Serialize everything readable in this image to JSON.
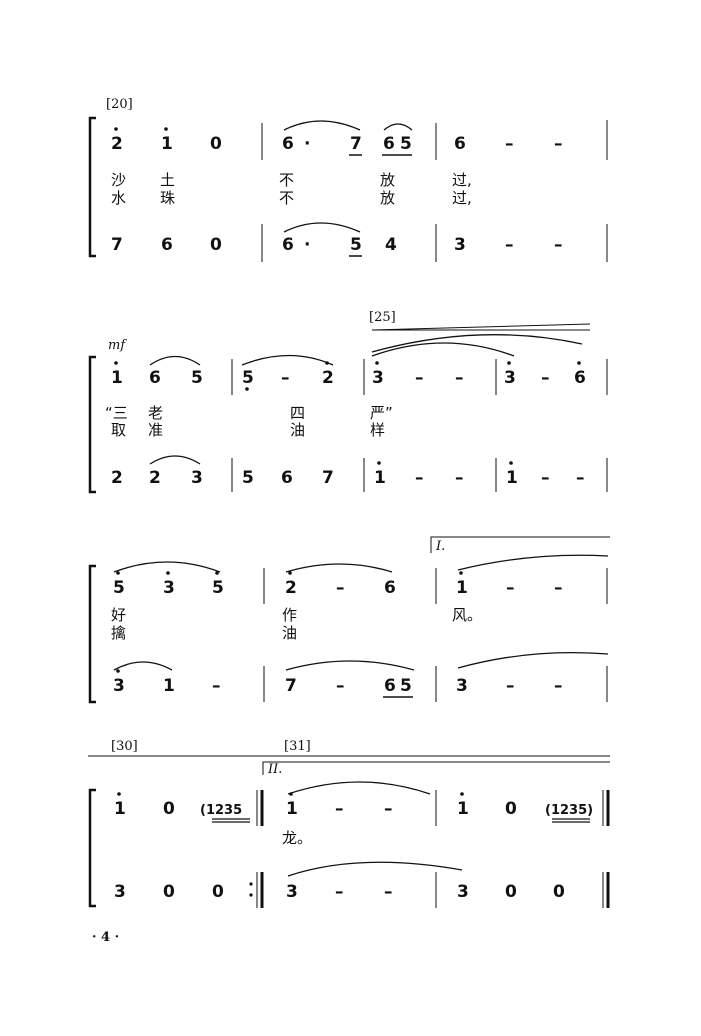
{
  "systems": [
    {
      "rehearsal_mark": "[20]",
      "dynamic": "",
      "upper": [
        "2",
        "1",
        "0",
        "6",
        "·",
        "7",
        "6",
        "5",
        "6",
        "–",
        "–"
      ],
      "lyrics1": [
        "沙",
        "土",
        "不",
        "放",
        "过,"
      ],
      "lyrics2": [
        "水",
        "珠",
        "不",
        "放",
        "过,"
      ],
      "lower": [
        "7",
        "6",
        "0",
        "6",
        "·",
        "5",
        "4",
        "3",
        "–",
        "–"
      ]
    },
    {
      "rehearsal_mark": "[25]",
      "dynamic": "mf",
      "upper": [
        "1",
        "6",
        "5",
        "5",
        "–",
        "2",
        "3",
        "–",
        "–",
        "3",
        "–",
        "6"
      ],
      "lyrics1": [
        "“三",
        "老",
        "四",
        "严”"
      ],
      "lyrics2": [
        "取",
        "准",
        "油",
        "样"
      ],
      "lower": [
        "2",
        "2",
        "3",
        "5",
        "6",
        "7",
        "1",
        "–",
        "–",
        "1",
        "–",
        "–"
      ]
    },
    {
      "volta": "I.",
      "upper": [
        "5",
        "3",
        "5",
        "2",
        "–",
        "6",
        "1",
        "–",
        "–"
      ],
      "lyrics1": [
        "好",
        "作",
        "风。"
      ],
      "lyrics2": [
        "擒",
        "油"
      ],
      "lower": [
        "3",
        "1",
        "–",
        "7",
        "–",
        "6",
        "5",
        "3",
        "–",
        "–"
      ]
    },
    {
      "rehearsal_mark_a": "[30]",
      "rehearsal_mark_b": "[31]",
      "volta": "II.",
      "upper": [
        "1",
        "0",
        "(1235",
        "1",
        "–",
        "–",
        "1",
        "0",
        "(1235)"
      ],
      "lyrics1": [
        "龙。"
      ],
      "lower": [
        "3",
        "0",
        "0",
        "3",
        "–",
        "–",
        "3",
        "0",
        "0"
      ]
    }
  ],
  "page_number": "· 4 ·"
}
